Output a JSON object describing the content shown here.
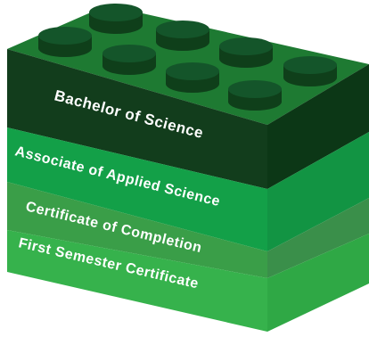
{
  "levels": [
    {
      "label": "Bachelor of Science",
      "color": "#123d1c"
    },
    {
      "label": "Associate of Applied Science",
      "color": "#13a048"
    },
    {
      "label": "Certificate of Completion",
      "color": "#3a9e48"
    },
    {
      "label": "First Semester Certificate",
      "color": "#36b24c"
    }
  ],
  "brick": {
    "top_color": "#1e7a32",
    "stud_color": "#124d20",
    "side_top_color": "#0e4a1c"
  }
}
